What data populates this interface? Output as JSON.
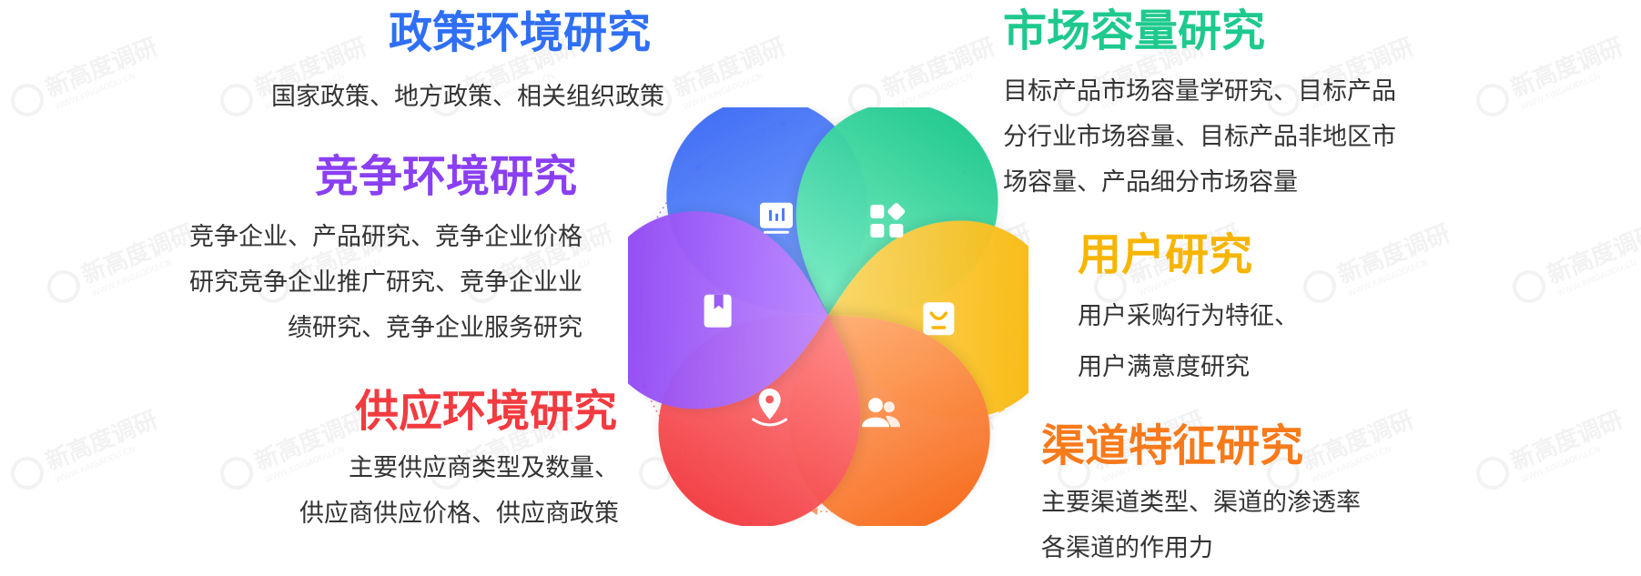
{
  "sections": {
    "policy": {
      "title": "政策环境研究",
      "color": "#2f6ff5",
      "lines": [
        "国家政策、地方政策、相关组织政策"
      ]
    },
    "competition": {
      "title": "竞争环境研究",
      "color": "#8a3ff2",
      "lines": [
        "竞争企业、产品研究、竞争企业价格",
        "研究竞争企业推广研究、竞争企业业",
        "绩研究、竞争企业服务研究"
      ]
    },
    "supply": {
      "title": "供应环境研究",
      "color": "#f23b40",
      "lines": [
        "主要供应商类型及数量、",
        "供应商供应价格、供应商政策"
      ]
    },
    "market": {
      "title": "市场容量研究",
      "color": "#1ec98e",
      "lines": [
        "目标产品市场容量学研究、目标产品",
        "分行业市场容量、目标产品非地区市",
        "场容量、产品细分市场容量"
      ]
    },
    "user": {
      "title": "用户研究",
      "color": "#f7b500",
      "lines": [
        "用户采购行为特征、",
        "用户满意度研究"
      ]
    },
    "channel": {
      "title": "渠道特征研究",
      "color": "#f77a1b",
      "lines": [
        "主要渠道类型、渠道的渗透率",
        "各渠道的作用力"
      ]
    }
  },
  "petals": [
    {
      "icon": "chart-screen-icon",
      "color_start": "#3d6cf5",
      "color_end": "#7aa4ff"
    },
    {
      "icon": "apps-grid-icon",
      "color_start": "#1ec98e",
      "color_end": "#7ff0c4"
    },
    {
      "icon": "bag-icon",
      "color_start": "#f7b500",
      "color_end": "#ffd86b"
    },
    {
      "icon": "users-icon",
      "color_start": "#f76b1c",
      "color_end": "#ffb07a"
    },
    {
      "icon": "location-pin-icon",
      "color_start": "#f23b40",
      "color_end": "#ff8a8a"
    },
    {
      "icon": "bookmark-icon",
      "color_start": "#8a3ff2",
      "color_end": "#c08cff"
    }
  ],
  "watermark": {
    "text": "新高度调研",
    "subtext": "WWW.XINGAODU.CN"
  }
}
